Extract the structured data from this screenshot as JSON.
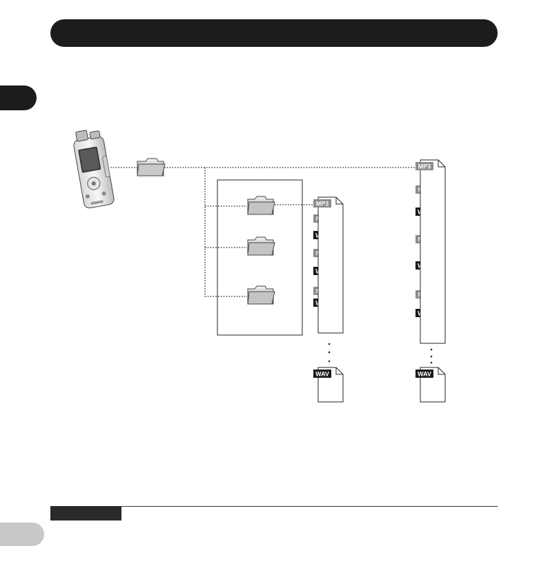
{
  "page": {
    "title_bar": "",
    "side_tab_top": "",
    "side_tab_bottom": "",
    "note_label": ""
  },
  "diagram": {
    "device": "voice-recorder",
    "root_folder_icon": "folder-icon",
    "subfolder_icons": [
      "folder-icon",
      "folder-icon",
      "folder-icon"
    ],
    "file_types": {
      "mp3": "MP3",
      "wav": "WAV"
    },
    "colors": {
      "mp3_badge": "#8c8c8c",
      "wav_badge": "#1a1a1a",
      "line": "#222222"
    },
    "subfolder_file_stack": [
      "MP3",
      "MP3",
      "WAV",
      "MP3",
      "WAV",
      "MP3",
      "WAV"
    ],
    "subfolder_last_file": "WAV",
    "root_file_stack": [
      "MP3",
      "MP3",
      "WAV",
      "MP3",
      "WAV",
      "MP3",
      "WAV"
    ],
    "root_last_file": "WAV",
    "ellipsis_glyph": "⋮"
  }
}
